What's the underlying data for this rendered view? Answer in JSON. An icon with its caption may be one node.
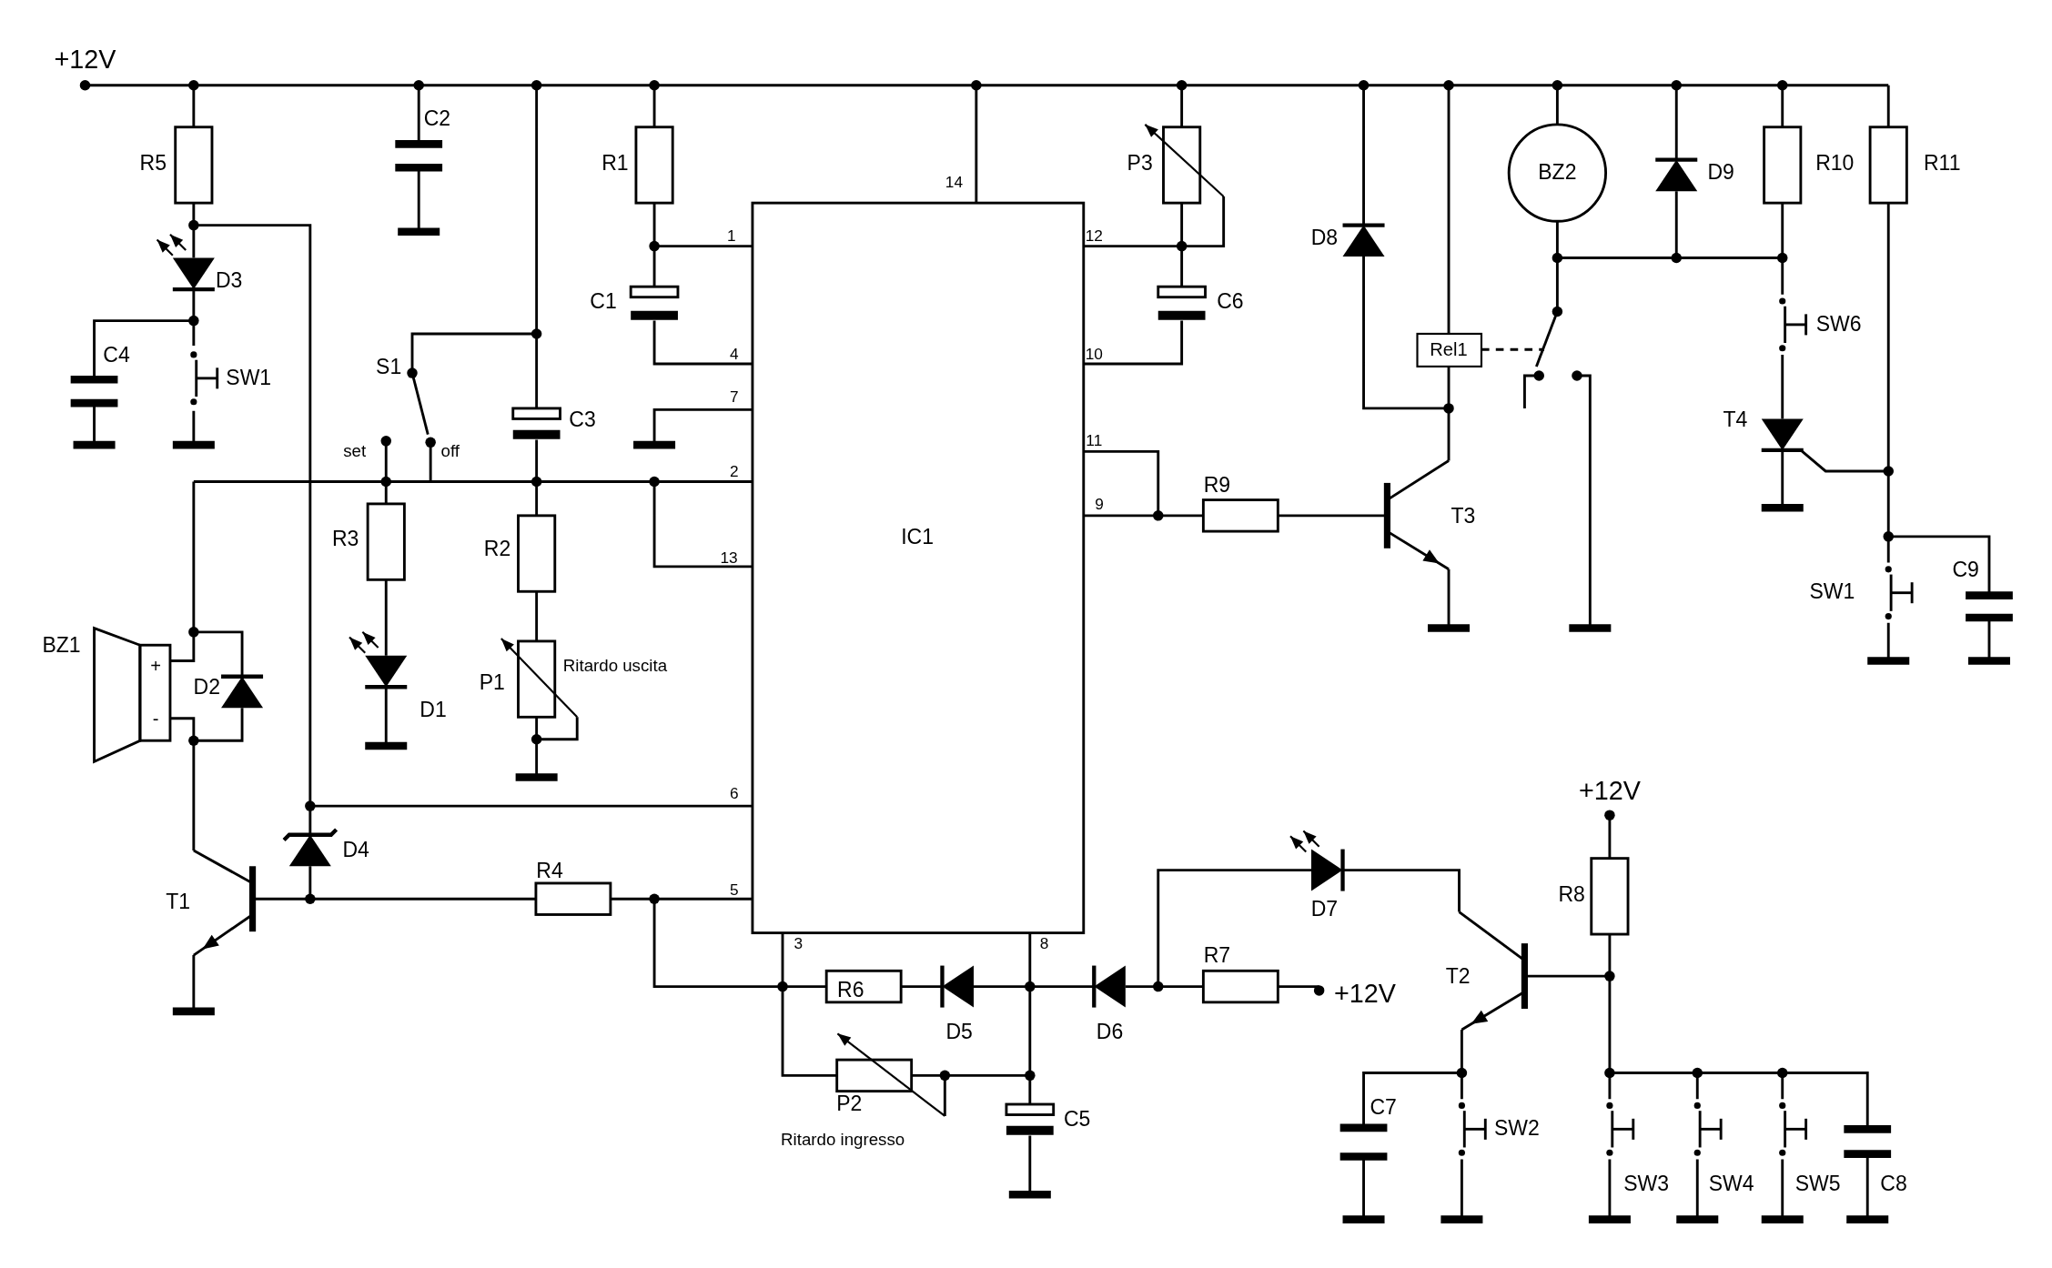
{
  "diagram": {
    "labels": [
      "+12V",
      "C2",
      "R5",
      "R1",
      "14",
      "P3",
      "BZ2",
      "D9",
      "R10",
      "R11",
      "1",
      "12",
      "D8",
      "D3",
      "C1",
      "C6",
      "SW6",
      "C4",
      "S1",
      "4",
      "10",
      "Rel1",
      "SW1",
      "7",
      "C3",
      "T4",
      "11",
      "set",
      "off",
      "2",
      "R9",
      "9",
      "T3",
      "R3",
      "R2",
      "13",
      "IC1",
      "C9",
      "SW1",
      "BZ1",
      "+",
      "D2",
      "P1",
      "Ritardo uscita",
      "-",
      "D1",
      "+12V",
      "6",
      "D4",
      "R4",
      "5",
      "R8",
      "T1",
      "D7",
      "3",
      "8",
      "R7",
      "T2",
      "R6",
      "+12V",
      "D5",
      "D6",
      "P2",
      "C7",
      "C5",
      "SW2",
      "Ritardo ingresso",
      "SW3",
      "SW4",
      "SW5",
      "C8"
    ]
  }
}
